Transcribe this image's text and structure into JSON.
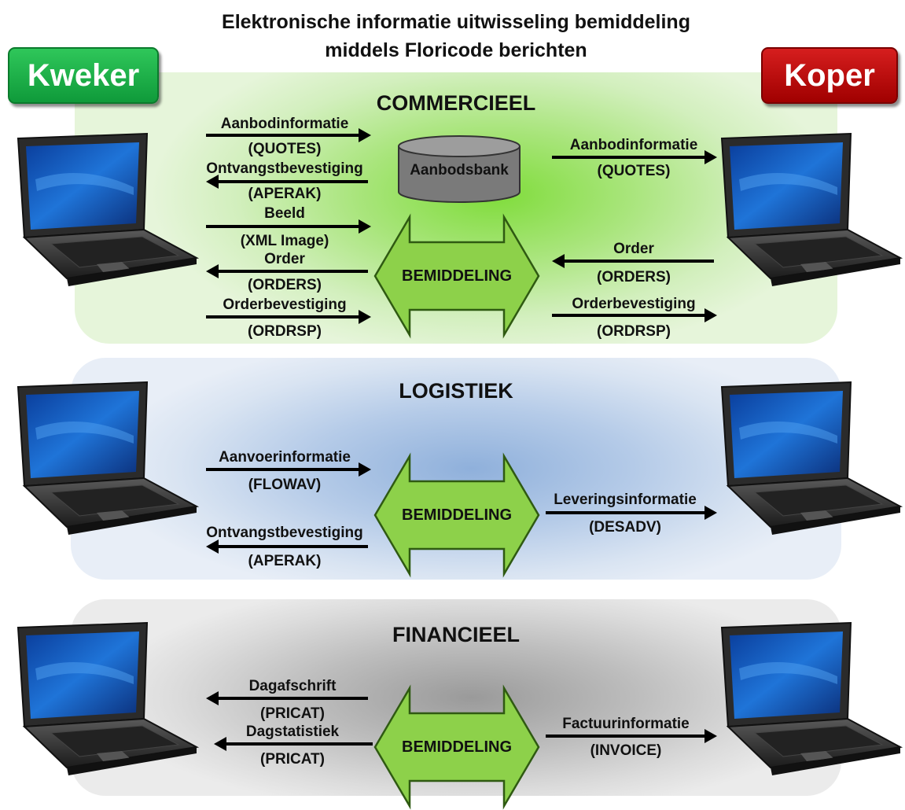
{
  "title": {
    "line1": "Elektronische informatie uitwisseling bemiddeling",
    "line2": "middels Floricode berichten"
  },
  "roles": {
    "left": "Kweker",
    "right": "Koper"
  },
  "colors": {
    "kweker": "#13a33f",
    "koper": "#c00000",
    "bemiddeling_arrow": "#8dd14a",
    "commercieel_bg": "#7fdc3a",
    "logistiek_bg": "#8fb0db",
    "financieel_bg": "#9a9a9a"
  },
  "commercieel": {
    "heading": "COMMERCIEEL",
    "database": "Aanbodsbank",
    "center": "BEMIDDELING",
    "left_messages": [
      {
        "name": "Aanbodinformatie",
        "code": "(QUOTES)",
        "direction": "right"
      },
      {
        "name": "Ontvangstbevestiging",
        "code": "(APERAK)",
        "direction": "left"
      },
      {
        "name": "Beeld",
        "code": "(XML Image)",
        "direction": "right"
      },
      {
        "name": "Order",
        "code": "(ORDERS)",
        "direction": "left"
      },
      {
        "name": "Orderbevestiging",
        "code": "(ORDRSP)",
        "direction": "right"
      }
    ],
    "right_messages": [
      {
        "name": "Aanbodinformatie",
        "code": "(QUOTES)",
        "direction": "right"
      },
      {
        "name": "Order",
        "code": "(ORDERS)",
        "direction": "left"
      },
      {
        "name": "Orderbevestiging",
        "code": "(ORDRSP)",
        "direction": "right"
      }
    ]
  },
  "logistiek": {
    "heading": "LOGISTIEK",
    "center": "BEMIDDELING",
    "left_messages": [
      {
        "name": "Aanvoerinformatie",
        "code": "(FLOWAV)",
        "direction": "right"
      },
      {
        "name": "Ontvangstbevestiging",
        "code": "(APERAK)",
        "direction": "left"
      }
    ],
    "right_messages": [
      {
        "name": "Leveringsinformatie",
        "code": "(DESADV)",
        "direction": "right"
      }
    ]
  },
  "financieel": {
    "heading": "FINANCIEEL",
    "center": "BEMIDDELING",
    "left_messages": [
      {
        "name": "Dagafschrift",
        "code": "(PRICAT)",
        "direction": "left"
      },
      {
        "name": "Dagstatistiek",
        "code": "(PRICAT)",
        "direction": "left"
      }
    ],
    "right_messages": [
      {
        "name": "Factuurinformatie",
        "code": "(INVOICE)",
        "direction": "right"
      }
    ]
  }
}
